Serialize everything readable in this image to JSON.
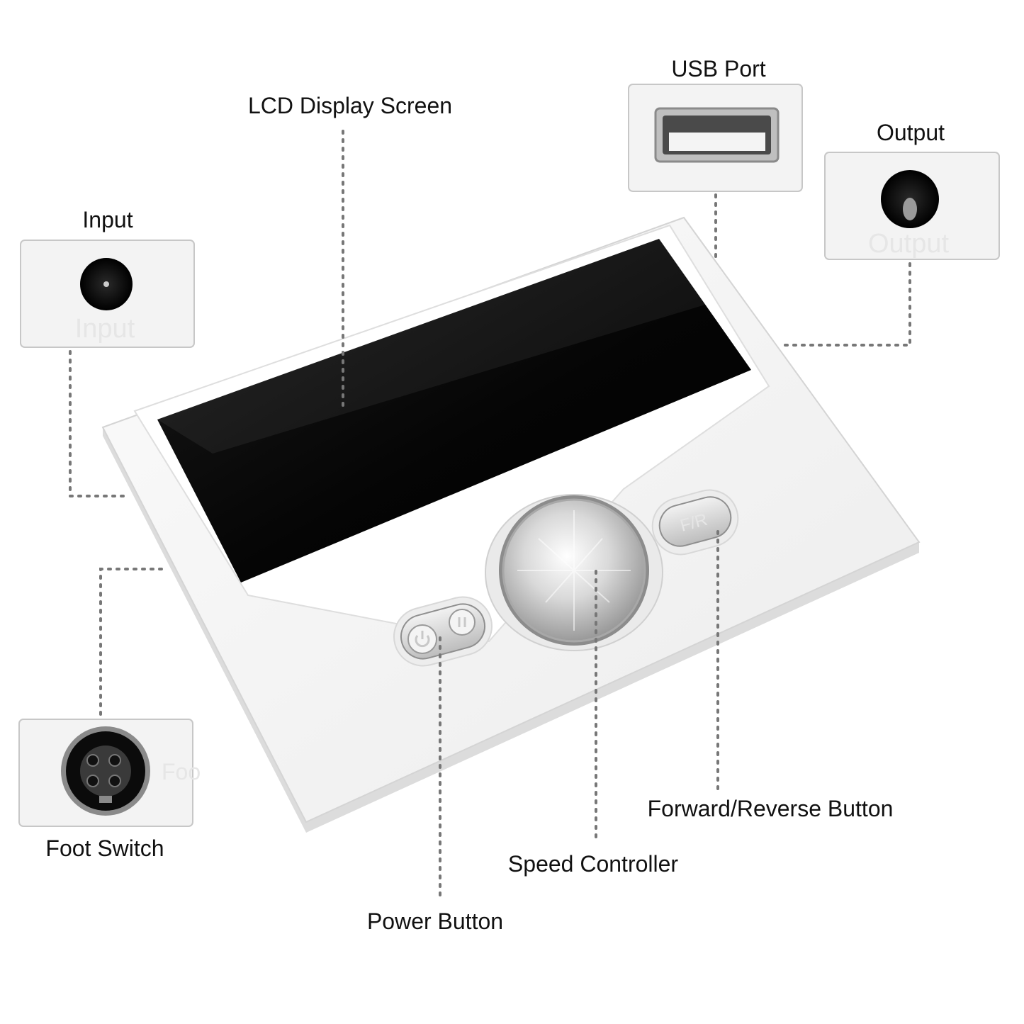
{
  "labels": {
    "lcd": "LCD Display Screen",
    "usb": "USB Port",
    "output": "Output",
    "input": "Input",
    "foot": "Foot Switch",
    "fr": "Forward/Reverse Button",
    "speed": "Speed Controller",
    "power": "Power Button"
  },
  "embossed": {
    "input": "Input",
    "output": "Output",
    "foot": "Foo",
    "fr_button": "F/R"
  },
  "colors": {
    "background": "#ffffff",
    "device_body": "#f4f4f4",
    "screen": "#050505",
    "leader": "#777777",
    "label": "#111111"
  }
}
